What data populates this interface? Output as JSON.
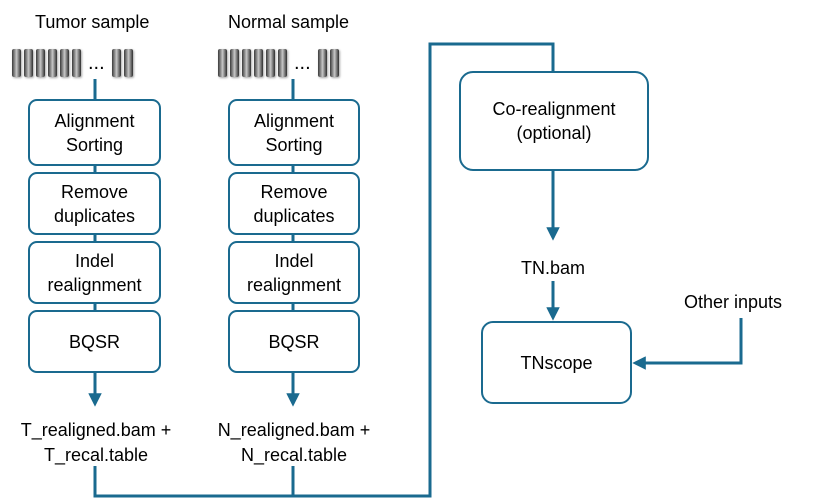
{
  "left_column": {
    "title": "Tumor sample",
    "dots": "...",
    "steps": {
      "alignment": [
        "Alignment",
        "Sorting"
      ],
      "dedup": [
        "Remove",
        "duplicates"
      ],
      "indel": [
        "Indel",
        "realignment"
      ],
      "bqsr": "BQSR"
    },
    "output": [
      "T_realigned.bam +",
      "T_recal.table"
    ]
  },
  "middle_column": {
    "title": "Normal sample",
    "dots": "...",
    "steps": {
      "alignment": [
        "Alignment",
        "Sorting"
      ],
      "dedup": [
        "Remove",
        "duplicates"
      ],
      "indel": [
        "Indel",
        "realignment"
      ],
      "bqsr": "BQSR"
    },
    "output": [
      "N_realigned.bam +",
      "N_recal.table"
    ]
  },
  "right_column": {
    "corealign": [
      "Co-realignment",
      "(optional)"
    ],
    "tn_bam": "TN.bam",
    "other_inputs": "Other inputs",
    "tnscope": "TNscope"
  },
  "colors": {
    "box_border": "#1a6a8f",
    "arrow": "#1a6a8f",
    "read_dark": "#2e2e2e"
  }
}
